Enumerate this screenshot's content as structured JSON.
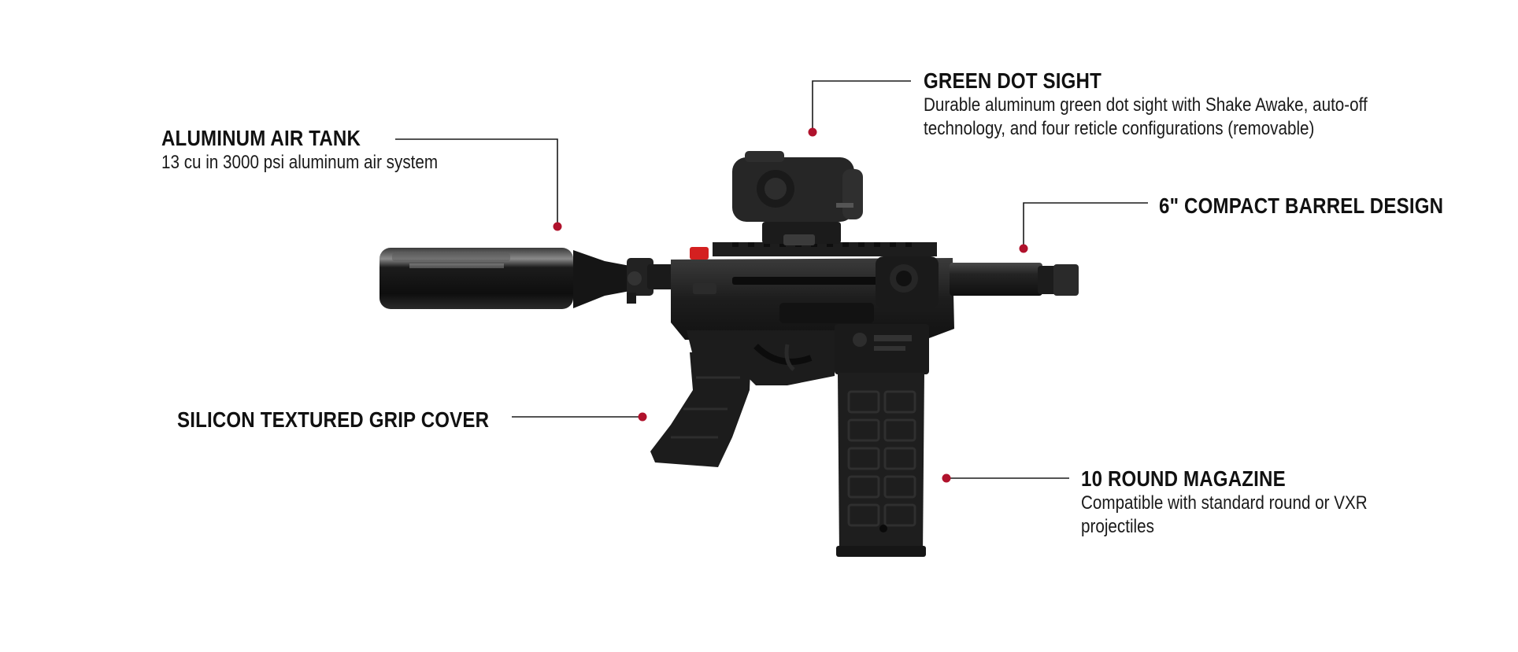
{
  "colors": {
    "leader_line": "#1a1a1a",
    "marker_dot": "#b0122c",
    "body_black": "#1b1b1b",
    "accent_red": "#d42020"
  },
  "product": {
    "icon": "marker-pistol-image"
  },
  "callouts": {
    "air_tank": {
      "title": "ALUMINUM AIR TANK",
      "desc": "13 cu in 3000 psi aluminum air system"
    },
    "dot_sight": {
      "title": "GREEN DOT SIGHT",
      "desc_line1": "Durable aluminum green dot sight with Shake Awake, auto-off",
      "desc_line2": "technology, and four reticle configurations (removable)"
    },
    "barrel": {
      "title": "6\" COMPACT BARREL DESIGN"
    },
    "grip": {
      "title": "SILICON TEXTURED GRIP COVER"
    },
    "magazine": {
      "title": "10 ROUND MAGAZINE",
      "desc_line1": "Compatible with standard round or VXR",
      "desc_line2": "projectiles"
    }
  }
}
